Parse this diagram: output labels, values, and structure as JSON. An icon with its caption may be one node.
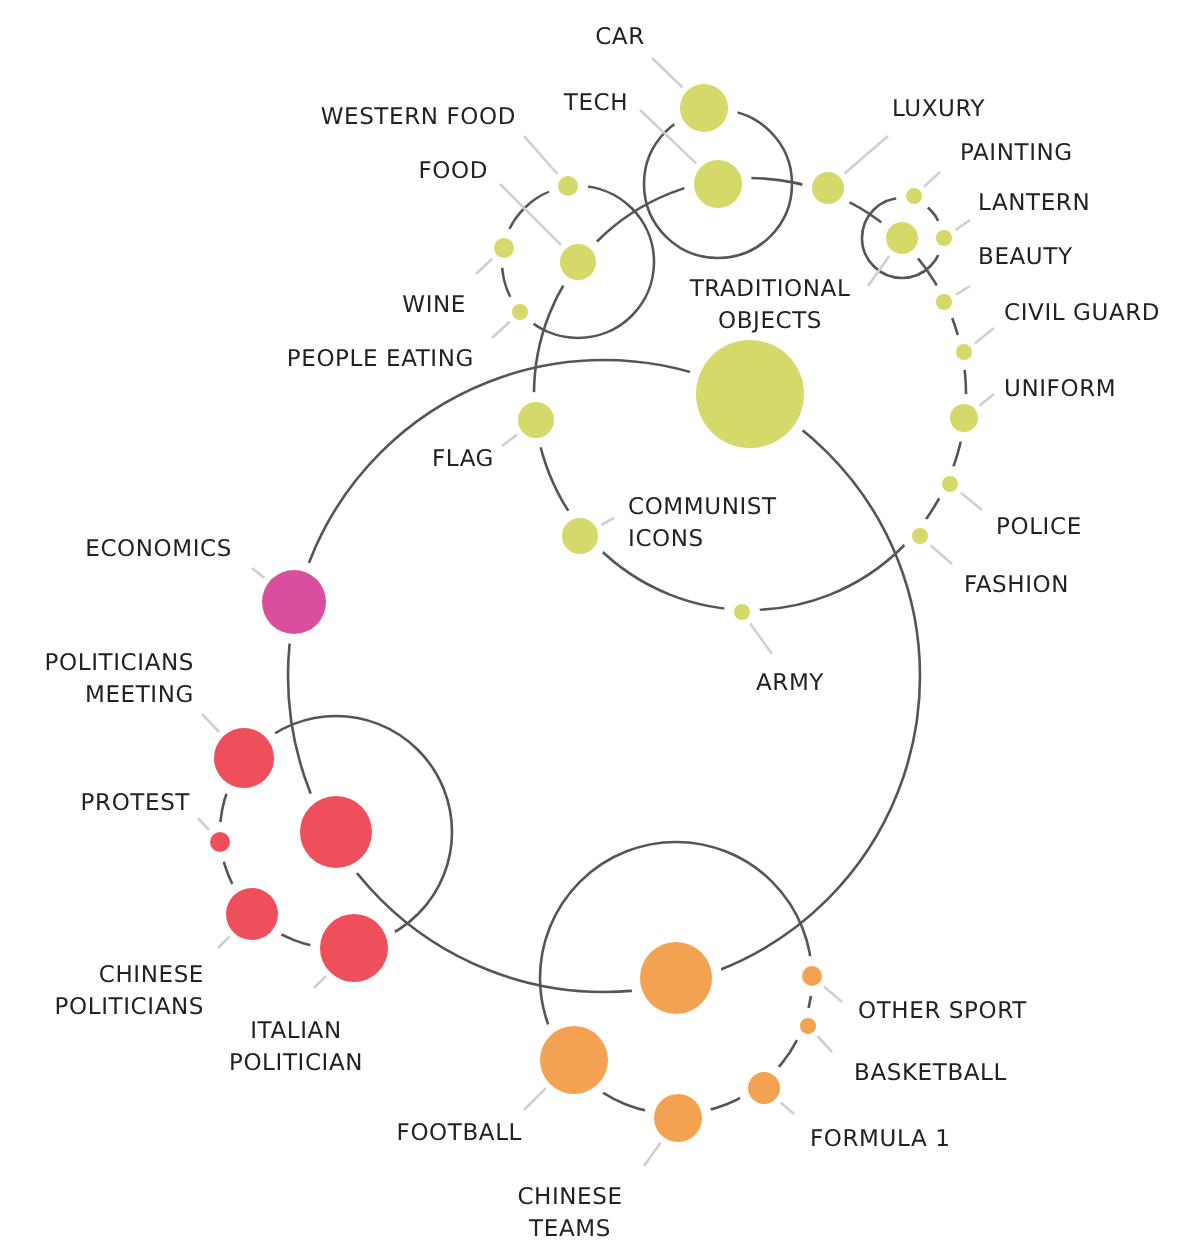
{
  "diagram": {
    "nodes": [
      {
        "text": [
          "CAR"
        ]
      },
      {
        "text": [],
        "shape": "circle"
      },
      {
        "text": [
          "TECH"
        ]
      },
      {
        "text": [],
        "shape": "circle"
      },
      {
        "text": [
          "WESTERN FOOD"
        ]
      },
      {
        "text": [],
        "shape": "circle"
      },
      {
        "text": [
          "FOOD"
        ]
      },
      {
        "text": [],
        "shape": "circle"
      },
      {
        "text": [
          "LUXURY"
        ]
      },
      {
        "text": [],
        "shape": "circle"
      },
      {
        "text": [
          "PAINTING"
        ]
      },
      {
        "text": [],
        "shape": "circle"
      },
      {
        "text": [
          "LANTERN"
        ]
      },
      {
        "text": [],
        "shape": "circle"
      },
      {
        "text": [
          "TRADITIONAL OBJECTS"
        ]
      },
      {
        "text": [],
        "shape": "circle"
      },
      {
        "text": [
          "BEAUTY"
        ]
      },
      {
        "text": [],
        "shape": "circle"
      },
      {
        "text": [
          "CIVIL GUARD"
        ]
      },
      {
        "text": [],
        "shape": "circle"
      },
      {
        "text": [
          "UNIFORM"
        ]
      },
      {
        "text": [],
        "shape": "circle"
      },
      {
        "text": [
          "WINE"
        ]
      },
      {
        "text": [],
        "shape": "circle"
      },
      {
        "text": [
          "PEOPLE EATING"
        ]
      },
      {
        "text": [],
        "shape": "circle"
      },
      {
        "text": [],
        "shape": "circle"
      },
      {
        "text": [
          "FLAG"
        ]
      },
      {
        "text": [],
        "shape": "circle"
      },
      {
        "text": [
          "COMMUNIST ICONS"
        ]
      },
      {
        "text": [],
        "shape": "circle"
      },
      {
        "text": [
          "POLICE"
        ]
      },
      {
        "text": [],
        "shape": "circle"
      },
      {
        "text": [
          "ECONOMICS"
        ]
      },
      {
        "text": [],
        "shape": "circle"
      },
      {
        "text": [
          "FASHION"
        ]
      },
      {
        "text": [],
        "shape": "circle"
      },
      {
        "text": [
          "ARMY"
        ]
      },
      {
        "text": [],
        "shape": "circle"
      },
      {
        "text": [
          "POLITICIANS MEETING"
        ]
      },
      {
        "text": [],
        "shape": "circle"
      },
      {
        "text": [
          "PROTEST"
        ]
      },
      {
        "text": [],
        "shape": "circle"
      },
      {
        "text": [],
        "shape": "circle"
      },
      {
        "text": [
          "CHINESE POLITICIANS"
        ]
      },
      {
        "text": [],
        "shape": "circle"
      },
      {
        "text": [
          "ITALIAN POLITICIAN"
        ]
      },
      {
        "text": [],
        "shape": "circle"
      },
      {
        "text": [],
        "shape": "circle"
      },
      {
        "text": [
          "OTHER SPORT"
        ]
      },
      {
        "text": [],
        "shape": "circle"
      },
      {
        "text": [
          "BASKETBALL"
        ]
      },
      {
        "text": [],
        "shape": "circle"
      },
      {
        "text": [
          "FOOTBALL"
        ]
      },
      {
        "text": [],
        "shape": "circle"
      },
      {
        "text": [
          "FORMULA 1"
        ]
      },
      {
        "text": [],
        "shape": "circle"
      },
      {
        "text": [
          "CHINESE TEAMS"
        ]
      },
      {
        "text": [],
        "shape": "circle"
      }
    ],
    "edges": [
      {
        "from": 0,
        "to": 1,
        "arrow": "none"
      },
      {
        "from": 2,
        "to": 3,
        "arrow": "none"
      },
      {
        "from": 4,
        "to": 5,
        "arrow": "none"
      },
      {
        "from": 6,
        "to": 7,
        "arrow": "none"
      },
      {
        "from": 8,
        "to": 9,
        "arrow": "none"
      },
      {
        "from": 10,
        "to": 11,
        "arrow": "none"
      },
      {
        "from": 12,
        "to": 13,
        "arrow": "none"
      },
      {
        "from": 14,
        "to": 15,
        "arrow": "none"
      },
      {
        "from": 16,
        "to": 17,
        "arrow": "none"
      },
      {
        "from": 18,
        "to": 19,
        "arrow": "none"
      },
      {
        "from": 20,
        "to": 21,
        "arrow": "none"
      },
      {
        "from": 22,
        "to": 23,
        "arrow": "none"
      },
      {
        "from": 24,
        "to": 25,
        "arrow": "none"
      },
      {
        "from": 27,
        "to": 28,
        "arrow": "none"
      },
      {
        "from": 29,
        "to": 30,
        "arrow": "none"
      },
      {
        "from": 31,
        "to": 32,
        "arrow": "none"
      },
      {
        "from": 33,
        "to": 34,
        "arrow": "none"
      },
      {
        "from": 35,
        "to": 36,
        "arrow": "none"
      },
      {
        "from": 37,
        "to": 38,
        "arrow": "none"
      },
      {
        "from": 39,
        "to": 40,
        "arrow": "none"
      },
      {
        "from": 41,
        "to": 42,
        "arrow": "none"
      },
      {
        "from": 44,
        "to": 45,
        "arrow": "none"
      },
      {
        "from": 46,
        "to": 47,
        "arrow": "none"
      },
      {
        "from": 49,
        "to": 50,
        "arrow": "none"
      },
      {
        "from": 51,
        "to": 52,
        "arrow": "none"
      },
      {
        "from": 53,
        "to": 54,
        "arrow": "none"
      },
      {
        "from": 55,
        "to": 56,
        "arrow": "none"
      },
      {
        "from": 57,
        "to": 58,
        "arrow": "none"
      }
    ]
  }
}
